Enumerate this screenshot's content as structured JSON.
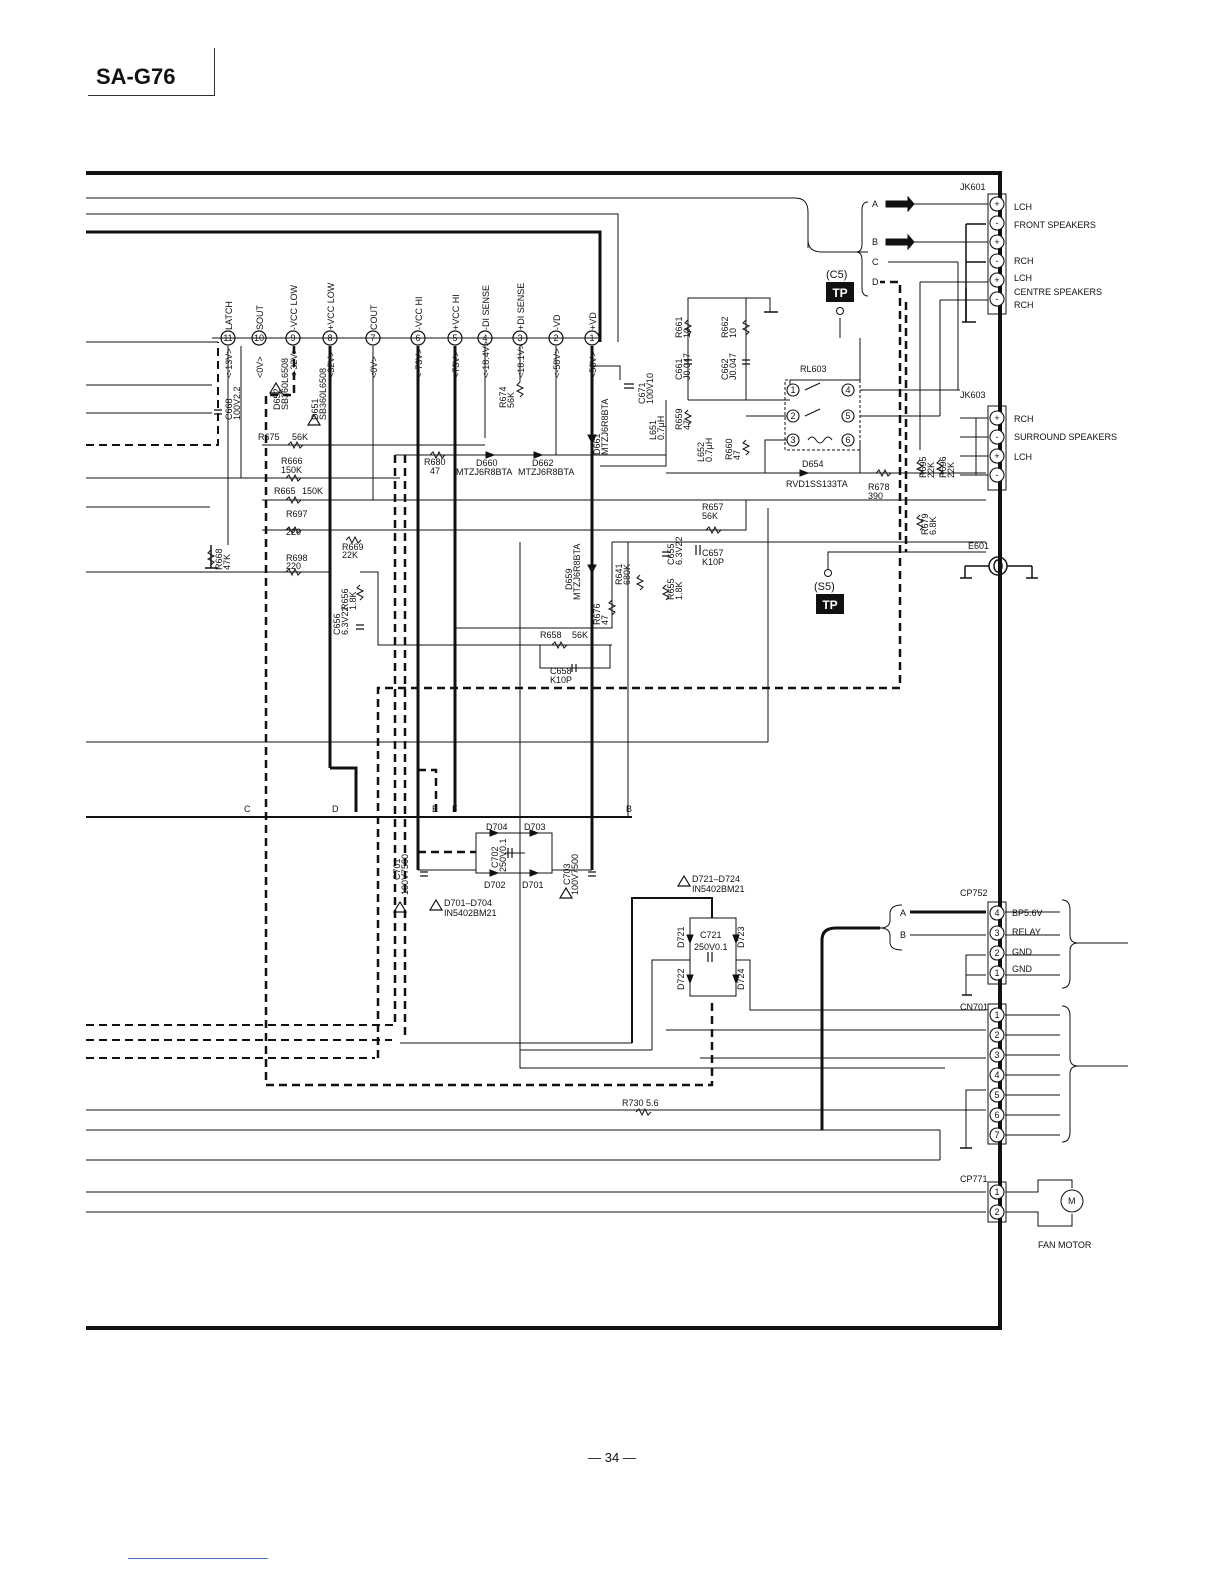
{
  "model": "SA-G76",
  "page_number": "— 34 —",
  "ic_pins": [
    {
      "num": "11",
      "name": "LATCH",
      "volt": "<-13V>"
    },
    {
      "num": "10",
      "name": "SOUT",
      "volt": "<0V>"
    },
    {
      "num": "9",
      "name": "-VCC LOW",
      "volt": "<-32V>"
    },
    {
      "num": "8",
      "name": "+VCC LOW",
      "volt": "<32V>"
    },
    {
      "num": "7",
      "name": "COUT",
      "volt": "<0V>"
    },
    {
      "num": "6",
      "name": "-VCC HI",
      "volt": "<-73V>"
    },
    {
      "num": "5",
      "name": "+VCC HI",
      "volt": "<73V>"
    },
    {
      "num": "4",
      "name": "-DI SENSE",
      "volt": "<-18.4V>"
    },
    {
      "num": "3",
      "name": "+DI SENSE",
      "volt": "<18.1V>"
    },
    {
      "num": "2",
      "name": "-VD",
      "volt": "<-58V>"
    },
    {
      "num": "1",
      "name": "+VD",
      "volt": "<58V>"
    }
  ],
  "jk601": {
    "ref": "JK601",
    "pins": [
      "+",
      "-",
      "+",
      "-",
      "+",
      "-"
    ],
    "labels": [
      "LCH",
      "FRONT SPEAKERS",
      "RCH",
      "LCH",
      "CENTRE SPEAKERS",
      "RCH"
    ]
  },
  "jk603": {
    "ref": "JK603",
    "pins": [
      "+",
      "-",
      "+",
      "-"
    ],
    "labels": [
      "RCH",
      "SURROUND SPEAKERS",
      "LCH"
    ]
  },
  "cp752": {
    "ref": "CP752",
    "pins": [
      "4",
      "3",
      "2",
      "1"
    ],
    "labels": [
      "BP5.6V",
      "RELAY",
      "GND",
      "GND"
    ]
  },
  "cn701": {
    "ref": "CN701",
    "pins": [
      "1",
      "2",
      "3",
      "4",
      "5",
      "6",
      "7"
    ]
  },
  "cp771": {
    "ref": "CP771",
    "pins": [
      "1",
      "2"
    ],
    "motor": "M",
    "label": "FAN MOTOR"
  },
  "e601": "E601",
  "testpoints": [
    {
      "id": "(C5)",
      "tp": "TP"
    },
    {
      "id": "(S5)",
      "tp": "TP"
    }
  ],
  "relay": {
    "ref": "RL603",
    "pins": [
      "1",
      "2",
      "3",
      "4",
      "5",
      "6"
    ]
  },
  "bus_letters": {
    "top": [
      "A",
      "B",
      "C",
      "D"
    ],
    "bottom": [
      "C",
      "D",
      "E",
      "F",
      "B"
    ],
    "cp": [
      "A",
      "B"
    ]
  },
  "components": {
    "c668": "C668",
    "c668v": "100V2.2",
    "d652": "D652",
    "d652p": "SB360L6508",
    "d651": "D651",
    "d651p": "SB360L6508",
    "r675": "R675",
    "r675v": "56K",
    "r666": "R666",
    "r666v": "150K",
    "r665": "R665",
    "r665v": "150K",
    "r697": "R697",
    "r697v": "220",
    "r698": "R698",
    "r698v": "220",
    "r668": "R668",
    "r668v": "47K",
    "r669": "R669",
    "r669v": "22K",
    "r656": "R656",
    "r656v": "1.8K",
    "c656": "C656",
    "c656v": "6.3V22",
    "r680": "R680",
    "r680v": "47",
    "d660": "D660",
    "d660p": "MTZJ6R8BTA",
    "d662": "D662",
    "d662p": "MTZJ6R8BTA",
    "r674": "R674",
    "r674v": "56K",
    "d661": "D661",
    "d661p": "MTZJ6R8BTA",
    "c671": "C671",
    "c671v": "100V10",
    "c661": "C661",
    "c661v": "J0.047",
    "r661": "R661",
    "r661v": "10",
    "c662": "C662",
    "c662v": "J0.047",
    "r662": "R662",
    "r662v": "10",
    "l651": "L651",
    "l651v": "0.7μH",
    "r659": "R659",
    "r659v": "47",
    "l652": "L652",
    "l652v": "0.7μH",
    "r660": "R660",
    "r660v": "47",
    "d654": "D654",
    "d654p": "RVD1SS133TA",
    "r678": "R678",
    "r678v": "390",
    "r695": "R695",
    "r695v": "22K",
    "r696": "R696",
    "r696v": "22K",
    "r679": "R679",
    "r679v": "6.8K",
    "r657": "R657",
    "r657v": "56K",
    "c657": "C657",
    "c657v": "K10P",
    "c655": "C655",
    "c655v": "6.3V22",
    "r655": "R655",
    "r655v": "1.8K",
    "d659": "D659",
    "d659p": "MTZJ6R8BTA",
    "r641": "R641",
    "r641v": "680K",
    "r676": "R676",
    "r676v": "47",
    "r658": "R658",
    "r658v": "56K",
    "c658": "C658",
    "c658v": "K10P",
    "d704": "D704",
    "d703": "D703",
    "d702": "D702",
    "d701": "D701",
    "c702": "C702",
    "c702v": "250V0.1",
    "c701": "C701",
    "c701v": "100V7500",
    "c703": "C703",
    "c703v": "100V7500",
    "d701_704": "D701–D704",
    "d701_704p": "IN5402BM21",
    "d721_724": "D721–D724",
    "d721_724p": "IN5402BM21",
    "d721": "D721",
    "d722": "D722",
    "d723": "D723",
    "d724": "D724",
    "c721": "C721",
    "c721v": "250V0.1",
    "r730": "R730 5.6"
  }
}
